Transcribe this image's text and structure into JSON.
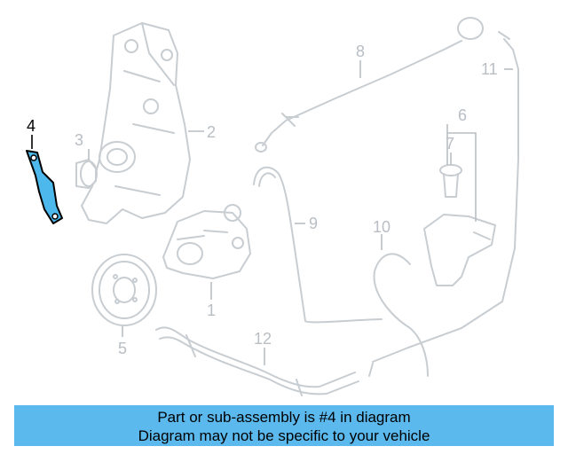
{
  "diagram": {
    "callouts": {
      "c1": "1",
      "c2": "2",
      "c3": "3",
      "c4": "4",
      "c5": "5",
      "c6": "6",
      "c7": "7",
      "c8": "8",
      "c9": "9",
      "c10": "10",
      "c11": "11",
      "c12": "12"
    },
    "highlight_part": "4",
    "colors": {
      "highlight": "#4db8ec",
      "ghost": "#c8cdd2",
      "banner": "#5bb9ee"
    }
  },
  "banner": {
    "line1": "Part or sub-assembly is #4 in diagram",
    "line2": "Diagram may not be specific to your vehicle"
  }
}
